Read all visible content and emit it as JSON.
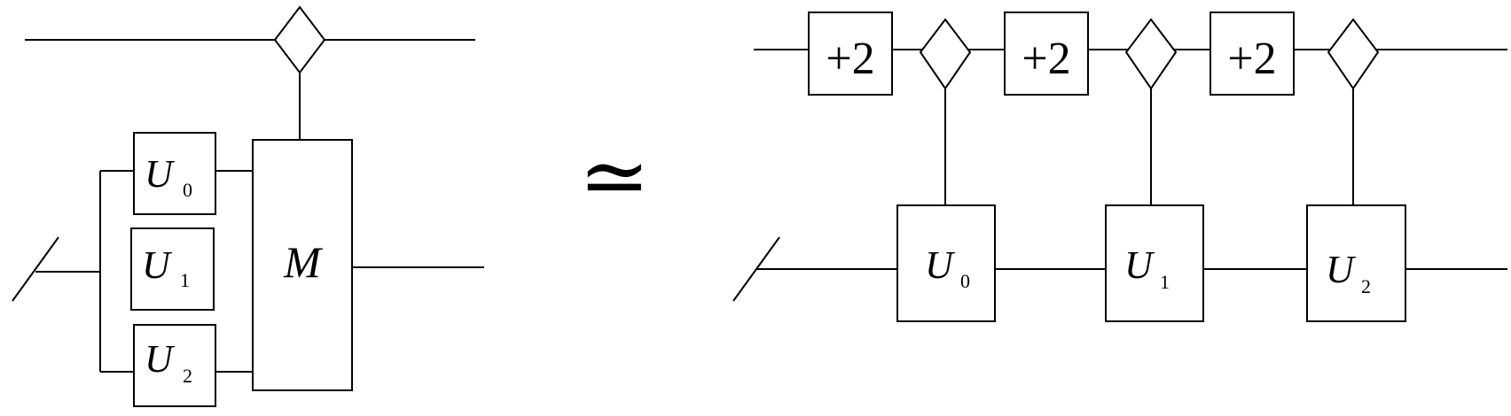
{
  "left": {
    "gates": [
      {
        "letter": "U",
        "sub": "0"
      },
      {
        "letter": "U",
        "sub": "1"
      },
      {
        "letter": "U",
        "sub": "2"
      }
    ],
    "multiplexer": "M"
  },
  "equiv_symbol": "≃",
  "right": {
    "shift_label": "+2",
    "gates": [
      {
        "letter": "U",
        "sub": "0"
      },
      {
        "letter": "U",
        "sub": "1"
      },
      {
        "letter": "U",
        "sub": "2"
      }
    ]
  },
  "colors": {
    "stroke": "#000000",
    "background": "#ffffff"
  }
}
